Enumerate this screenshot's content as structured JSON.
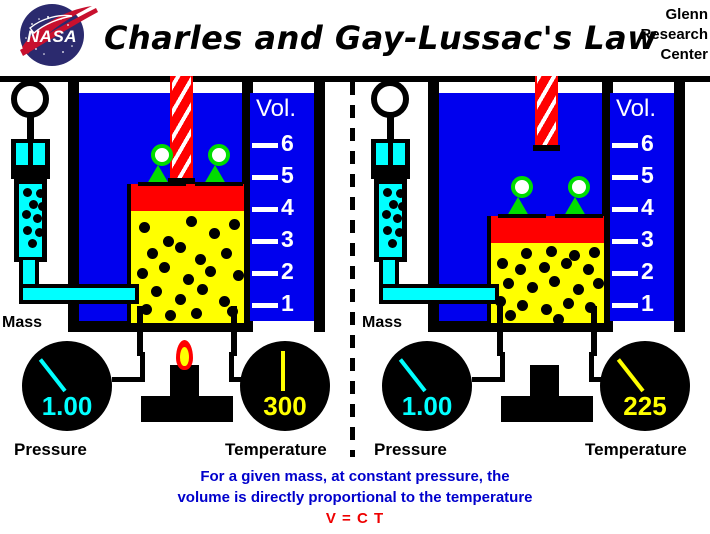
{
  "header": {
    "title": "Charles  and  Gay-Lussac's  Law",
    "org_line1": "Glenn",
    "org_line2": "Research",
    "org_line3": "Center",
    "logo_name": "nasa-meatball-logo",
    "logo_text": "NASA"
  },
  "colors": {
    "gas_fill": "#FFFF00",
    "piston": "#FF0000",
    "tank_fluid": "#0000EE",
    "weight": "#00DD00",
    "mass_fluid": "#00FFFF",
    "gauge_face": "#000000",
    "pressure_accent": "#00FFFF",
    "temperature_accent": "#FFFF00",
    "caption": "#0000CC",
    "equation": "#EE0000",
    "frame": "#000000"
  },
  "volume_scale": {
    "title": "Vol.",
    "ticks": [
      "6",
      "5",
      "4",
      "3",
      "2",
      "1"
    ]
  },
  "panels": [
    {
      "id": "left",
      "mass_label": "Mass",
      "pressure": {
        "label": "Pressure",
        "value": "1.00",
        "needle_angle_deg": -38
      },
      "temperature": {
        "label": "Temperature",
        "value": "300",
        "needle_angle_deg": 0
      },
      "gas_volume_reading": 4,
      "burner": {
        "flame_on": true,
        "name": "bunsen-burner-lit"
      },
      "rod_extended": true
    },
    {
      "id": "right",
      "mass_label": "Mass",
      "pressure": {
        "label": "Pressure",
        "value": "1.00",
        "needle_angle_deg": -38
      },
      "temperature": {
        "label": "Temperature",
        "value": "225",
        "needle_angle_deg": -38
      },
      "gas_volume_reading": 3,
      "burner": {
        "flame_on": false,
        "name": "bunsen-burner-unlit"
      },
      "rod_extended": false
    }
  ],
  "caption": {
    "line1": "For a given mass, at constant pressure, the",
    "line2": "volume  is  directly  proportional  to the  temperature",
    "equation": "V  =  C T"
  }
}
